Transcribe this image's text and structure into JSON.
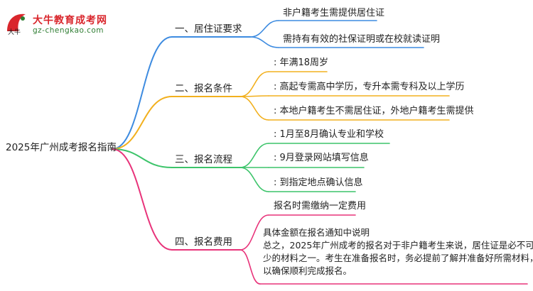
{
  "logo": {
    "title": "大牛教育成考网",
    "url": "gz-chengkao.com",
    "glyph": "大牛"
  },
  "root": "2025年广州成考报名指南",
  "colors": {
    "blue": "#3d8be0",
    "orange": "#f2b01e",
    "green": "#3cc46a",
    "pink": "#e8337a",
    "logo_red": "#d9262c",
    "logo_green": "#2e7d32"
  },
  "branches": [
    {
      "label": "一、居住证要求",
      "items": [
        "非户籍考生需提供居住证",
        "需持有有效的社保证明或在校就读证明"
      ]
    },
    {
      "label": "二、报名条件",
      "items": [
        ": 年满18周岁",
        ": 高起专需高中学历，专升本需专科及以上学历",
        ": 本地户籍考生不需居住证，外地户籍考生需提供"
      ]
    },
    {
      "label": "三、报名流程",
      "items": [
        ": 1月至8月确认专业和学校",
        ": 9月登录网站填写信息",
        ": 到指定地点确认信息"
      ]
    },
    {
      "label": "四、报名费用",
      "items": [
        "报名时需缴纳一定费用",
        "具体金额在报名通知中说明\n总之，2025年广州成考的报名对于非户籍考生来说，居住证是必不可\n少的材料之一。考生在准备报名时，务必提前了解并准备好所需材料，\n以确保顺利完成报名。"
      ]
    }
  ]
}
